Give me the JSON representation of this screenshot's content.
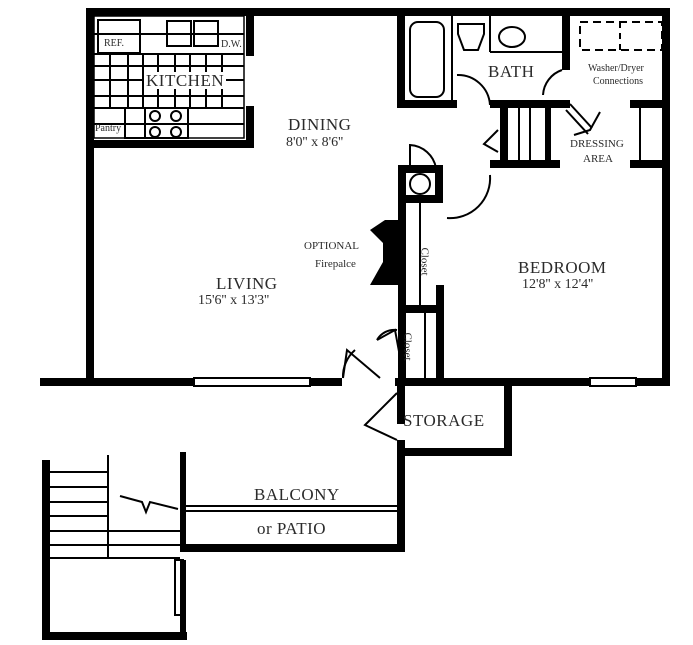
{
  "plan": {
    "colors": {
      "wall": "#000000",
      "background": "#ffffff",
      "text": "#2b2b2b"
    },
    "rooms": [
      {
        "id": "kitchen",
        "name": "KITCHEN",
        "dimensions": ""
      },
      {
        "id": "dining",
        "name": "DINING",
        "dimensions": "8'0'' x 8'6''"
      },
      {
        "id": "living",
        "name": "LIVING",
        "dimensions": "15'6'' x 13'3''"
      },
      {
        "id": "bedroom",
        "name": "BEDROOM",
        "dimensions": "12'8'' x 12'4''"
      },
      {
        "id": "bath",
        "name": "BATH",
        "dimensions": ""
      },
      {
        "id": "dressing",
        "name": "DRESSING",
        "name2": "AREA"
      },
      {
        "id": "storage",
        "name": "STORAGE"
      },
      {
        "id": "balcony",
        "name": "BALCONY",
        "name2": "or PATIO"
      }
    ],
    "fixtures": {
      "ref": "REF.",
      "dw": "D.W.",
      "pantry": "Pantry",
      "washer_dryer_1": "Washer/Dryer",
      "washer_dryer_2": "Connections",
      "fireplace_1": "OPTIONAL",
      "fireplace_2": "Firepalce",
      "closet_upper": "Closet",
      "closet_lower": "Closet"
    }
  }
}
